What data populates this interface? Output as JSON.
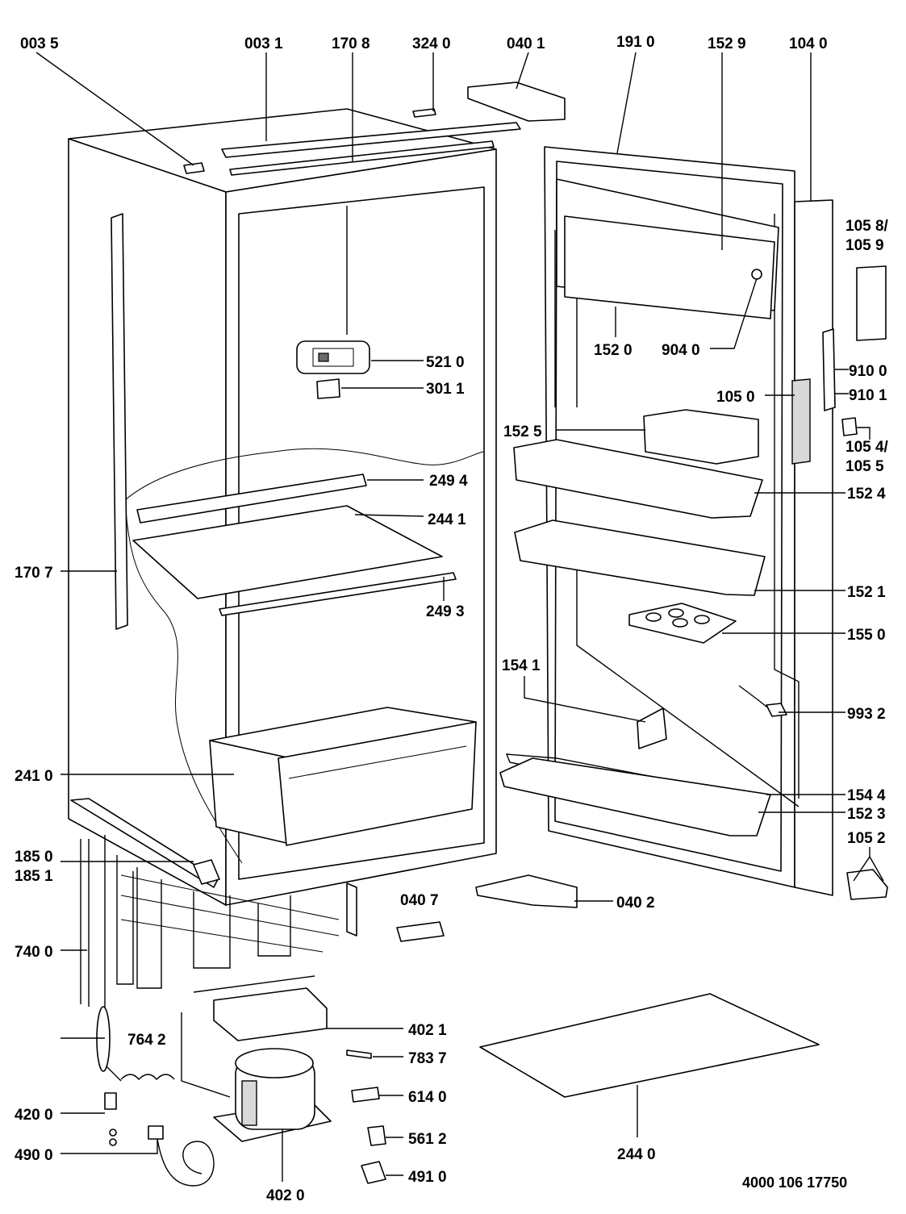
{
  "callouts": {
    "c0035": "003 5",
    "c0031": "003 1",
    "c1708": "170 8",
    "c3240": "324 0",
    "c0401": "040 1",
    "c1910": "191 0",
    "c1529": "152 9",
    "c1040": "104 0",
    "c1058": "105 8/",
    "c1059": "105 9",
    "c5210": "521 0",
    "c3011": "301 1",
    "c1520": "152 0",
    "c9040": "904 0",
    "c9100": "910 0",
    "c9101": "910 1",
    "c1050": "105 0",
    "c1525": "152 5",
    "c1054": "105 4/",
    "c1055": "105 5",
    "c2494": "249 4",
    "c1524": "152 4",
    "c2441": "244 1",
    "c1707": "170 7",
    "c2493": "249 3",
    "c1521": "152 1",
    "c1550": "155 0",
    "c1541": "154 1",
    "c9932": "993 2",
    "c2410": "241 0",
    "c1544": "154 4",
    "c1523": "152 3",
    "c1850": "185 0",
    "c1851": "185 1",
    "c1052": "105 2",
    "c0407": "040 7",
    "c0402": "040 2",
    "c7400": "740 0",
    "c4021": "402 1",
    "c7642": "764 2",
    "c7837": "783 7",
    "c6140": "614 0",
    "c4200": "420 0",
    "c5612": "561 2",
    "c4900": "490 0",
    "c2440": "244 0",
    "c4910": "491 0",
    "c4020": "402 0"
  },
  "doc_number": "4000 106 17750"
}
